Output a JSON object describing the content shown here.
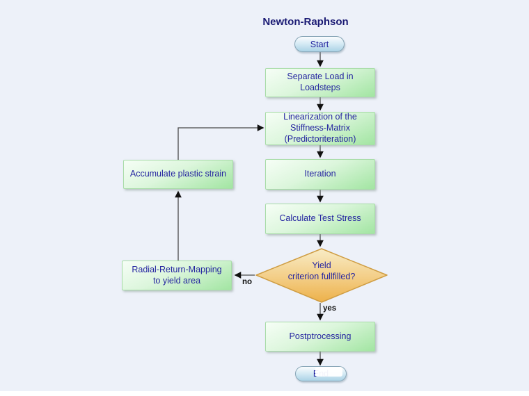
{
  "flowchart": {
    "title": "Newton-Raphson",
    "nodes": {
      "start": {
        "label": "Start"
      },
      "separate": {
        "lines": [
          "Separate Load in",
          "Loadsteps"
        ]
      },
      "linearization": {
        "lines": [
          "Linearization of the",
          "Stiffness-Matrix",
          "(Predictoriteration)"
        ]
      },
      "iteration": {
        "label": "Iteration"
      },
      "calculate": {
        "label": "Calculate Test Stress"
      },
      "decision": {
        "lines": [
          "Yield",
          "criterion fullfilled?"
        ]
      },
      "postprocessing": {
        "label": "Postptrocessing"
      },
      "end": {
        "label": "End"
      },
      "accumulate": {
        "label": "Accumulate plastic strain"
      },
      "radial": {
        "lines": [
          "Radial-Return-Mapping",
          "to yield area"
        ]
      }
    },
    "edge_labels": {
      "yes": "yes",
      "no": "no"
    },
    "colors": {
      "background": "#edf1f9",
      "process_fill_top": "#f6fef6",
      "process_fill_bottom": "#a2e5a2",
      "decision_fill_top": "#f8ecc6",
      "decision_fill_bottom": "#edb14a",
      "decision_border": "#cf9d43",
      "terminator_fill_top": "#fbfdfe",
      "terminator_fill_bottom": "#abd3e6",
      "node_text": "#2424a0",
      "title_text": "#1b1b74",
      "connector": "#4a4a4a"
    }
  }
}
